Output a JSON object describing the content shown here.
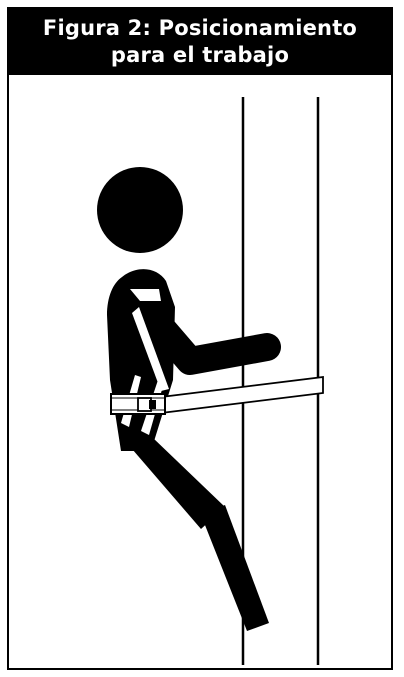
{
  "figure": {
    "title": "Figura 2: Posicionamiento para el trabajo",
    "header_background": "#000000",
    "header_text_color": "#ffffff",
    "line_color": "#000000",
    "background": "#ffffff"
  },
  "illustration": {
    "subject": "person-in-harness-with-positioning-lanyard-around-pole",
    "icons": [
      "person-silhouette",
      "safety-harness",
      "positioning-belt",
      "pole",
      "lanyard-buckle"
    ]
  }
}
